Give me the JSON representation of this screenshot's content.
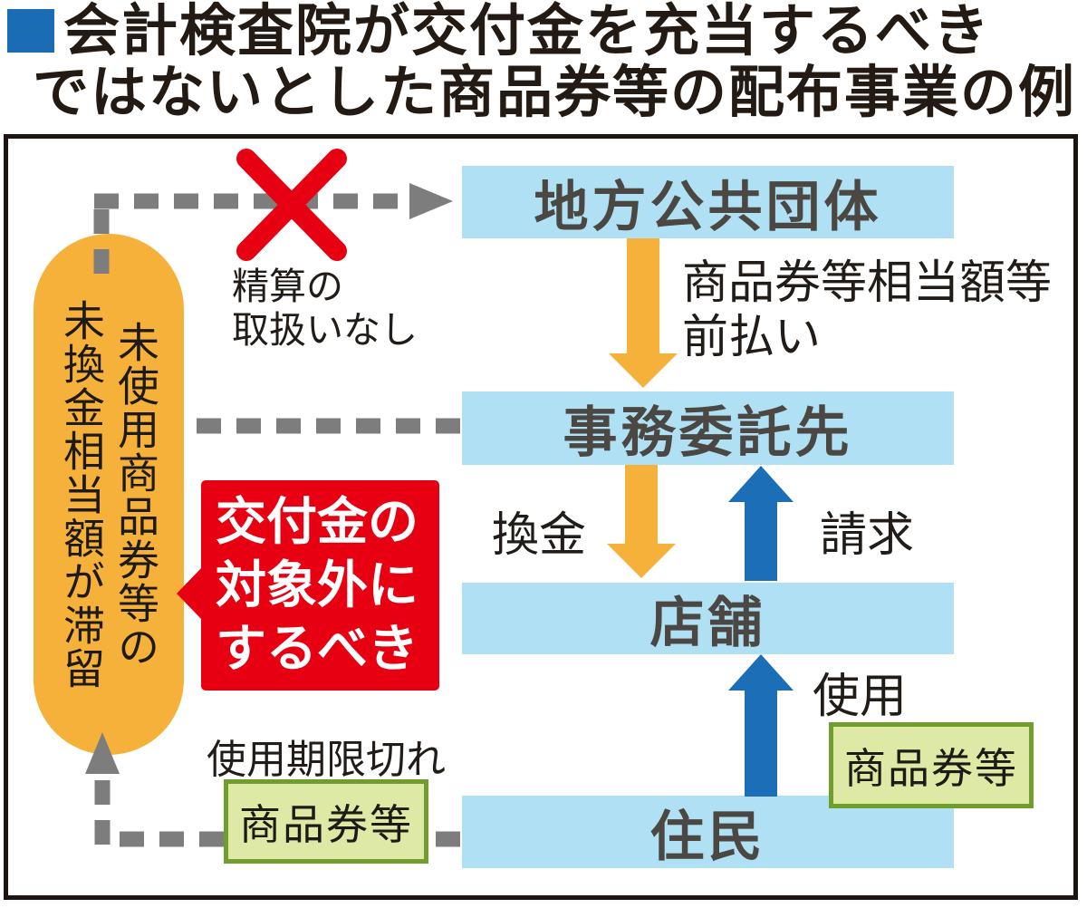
{
  "title": {
    "line1": "会計検査院が交付金を充当するべき",
    "line2": "ではないとした商品券等の配布事業の例"
  },
  "nodes": {
    "municipality": "地方公共団体",
    "agency": "事務委託先",
    "store": "店舗",
    "residents": "住民"
  },
  "labels": {
    "prepayment_line1": "商品券等相当額等",
    "prepayment_line2": "前払い",
    "redemption": "換金",
    "billing": "請求",
    "use": "使用",
    "no_settlement_line1": "精算の",
    "no_settlement_line2": "取扱いなし",
    "expired": "使用期限切れ"
  },
  "callout": {
    "line1": "交付金の",
    "line2": "対象外に",
    "line3": "するべき"
  },
  "capsule": {
    "line1": "未使用商品券等の",
    "line2": "未換金相当額が滞留"
  },
  "voucher_box_right": "商品券等",
  "voucher_box_left": "商品券等",
  "colors": {
    "title_bullet_blue": "#1a6cb5",
    "node_blue": "#b0e0f4",
    "arrow_orange": "#f6b13b",
    "arrow_blue": "#1c6eb7",
    "alert_red": "#e60012",
    "voucher_green_fill": "#dde9a4",
    "voucher_green_border": "#6f9e2d",
    "dash_gray": "#7d7d7d",
    "node_text": "#4b4743",
    "frame_border": "#1b1410"
  }
}
